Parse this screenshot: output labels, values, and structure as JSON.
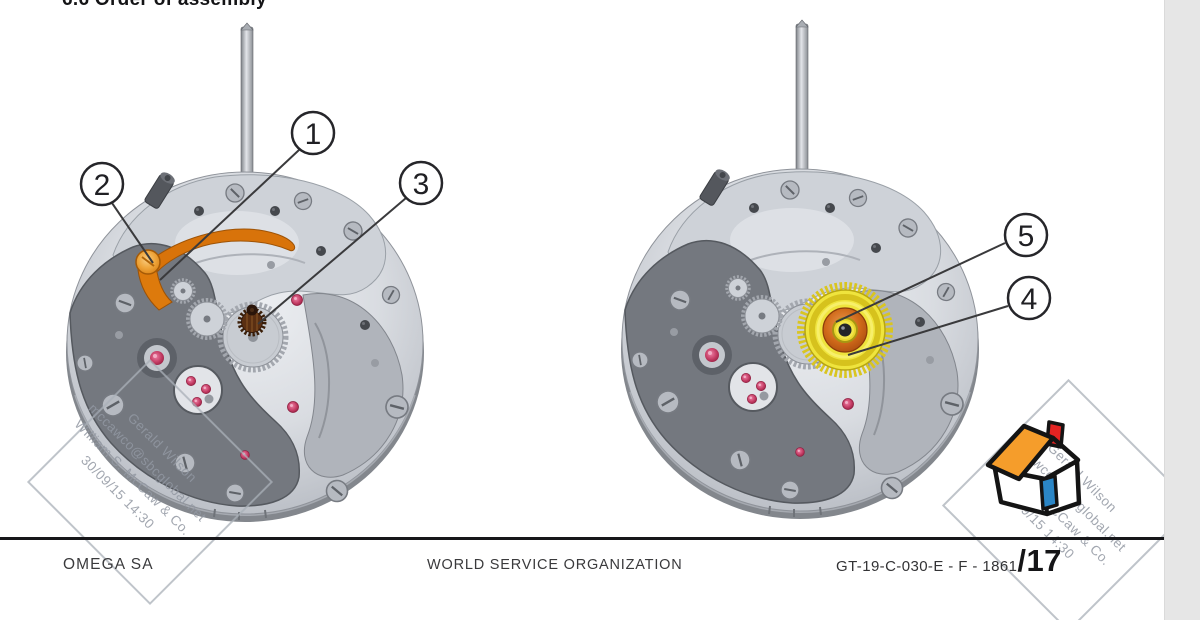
{
  "document": {
    "section_title": "6.6 Order of assembly",
    "figures": {
      "left_movement": {
        "callouts": {
          "c1": "1",
          "c2": "2",
          "c3": "3"
        }
      },
      "right_movement": {
        "callouts": {
          "c4": "4",
          "c5": "5"
        }
      }
    },
    "watermark": {
      "line1": "Gerald Wilson",
      "line2": "mccawco@sbcglobal.net",
      "line3": "William S. McCaw & Co.",
      "line4": "30/09/15 14:30"
    },
    "footer": {
      "company": "OMEGA SA",
      "organization": "WORLD SERVICE ORGANIZATION",
      "doc_reference": "GT-19-C-030-E - F - 1861",
      "page_indicator": "/17"
    },
    "colors": {
      "highlight_orange": "#dd7a0c",
      "highlight_yellow": "#efe43d",
      "copper_center": "#d06a1a",
      "jewel_red": "#c23a62",
      "house_roof": "#f59d2b",
      "house_chimney": "#e32322",
      "house_door": "#2b86c6",
      "watermark_gray": "#9298a2",
      "page_edge_gray": "#e6e6e6"
    }
  }
}
